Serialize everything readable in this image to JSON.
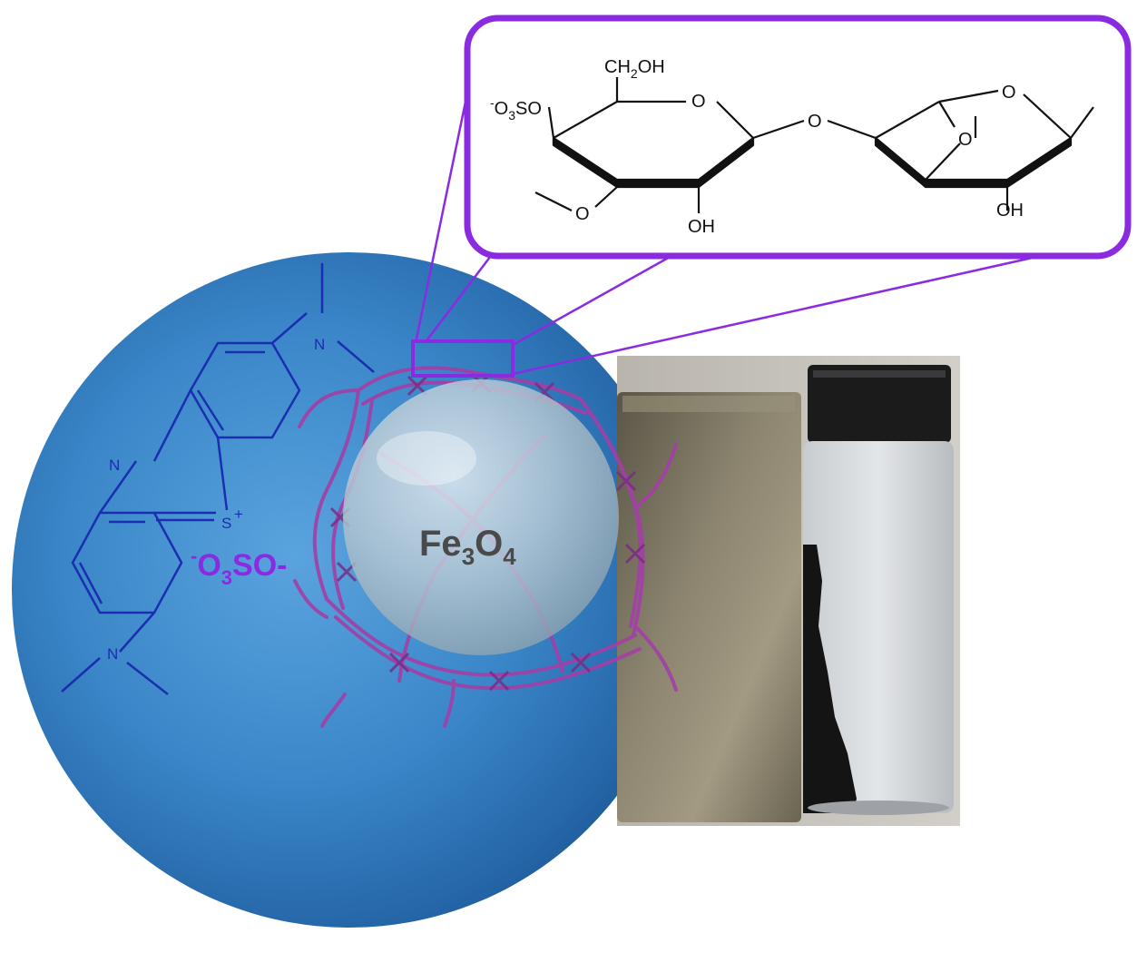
{
  "core_label": {
    "main": "Fe",
    "sub1": "3",
    "mid": "O",
    "sub2": "4"
  },
  "sulfate_label": {
    "charge": "-",
    "o": "O",
    "sub": "3",
    "rest": "SO-"
  },
  "dye_labels": {
    "n_ring": "N",
    "s": "S",
    "s_charge": "+",
    "n_top": "N",
    "n_bottom": "N"
  },
  "inset_labels": {
    "ch2oh": {
      "a": "CH",
      "sub": "2",
      "b": "OH"
    },
    "sulfate": {
      "charge": "-",
      "a": "O",
      "sub": "3",
      "b": "SO"
    },
    "ring_o1": "O",
    "bridge_o": "O",
    "ring_o2": "O",
    "ring_o3": "O",
    "methoxy_o": "O",
    "oh1": "OH",
    "oh2": "OH"
  },
  "colors": {
    "sphere": "#3a86c8",
    "sphere_dark": "#1f5fa0",
    "callout": "#8a2be2",
    "polymer": "#a33fa6",
    "dye": "#1a2fb0",
    "magnet": "#6b6656",
    "vial_powder": "#141414"
  }
}
